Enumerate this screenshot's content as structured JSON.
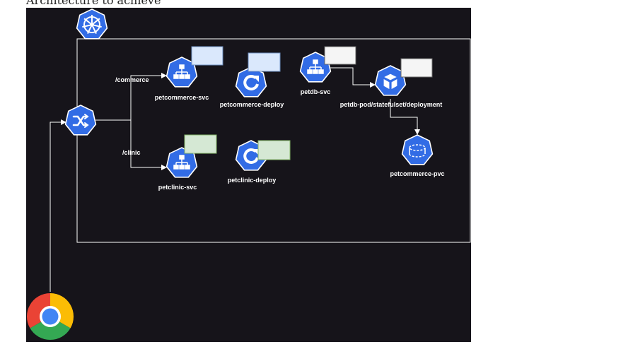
{
  "heading": "Architecture to achieve",
  "colors": {
    "canvas": "#16141a",
    "k8s_blue": "#326ce5",
    "blue_box": "#dae8fc",
    "green_box": "#d5e8d4",
    "grey_box": "#f5f5f5",
    "line": "#ffffff"
  },
  "paths": {
    "commerce": "/commerce",
    "clinic": "/clinic"
  },
  "nodes": {
    "ingress": {
      "icon": "shuffle-icon"
    },
    "petcommerce_svc": {
      "label": "petcommerce-svc",
      "icon": "svc-network-icon"
    },
    "petcommerce_deploy": {
      "label": "petcommerce-deploy",
      "icon": "deploy-cycle-icon"
    },
    "petdb_svc": {
      "label": "petdb-svc",
      "icon": "svc-network-icon"
    },
    "petdb_pod": {
      "label": "petdb-pod/statefulset/deployment",
      "icon": "pod-cube-icon"
    },
    "petcommerce_pvc": {
      "label": "petcommerce-pvc",
      "icon": "pvc-disk-icon"
    },
    "petclinic_svc": {
      "label": "petclinic-svc",
      "icon": "svc-network-icon"
    },
    "petclinic_deploy": {
      "label": "petclinic-deploy",
      "icon": "deploy-cycle-icon"
    }
  },
  "logos": {
    "kubernetes": "kubernetes-wheel-icon",
    "browser": "chrome-icon"
  }
}
